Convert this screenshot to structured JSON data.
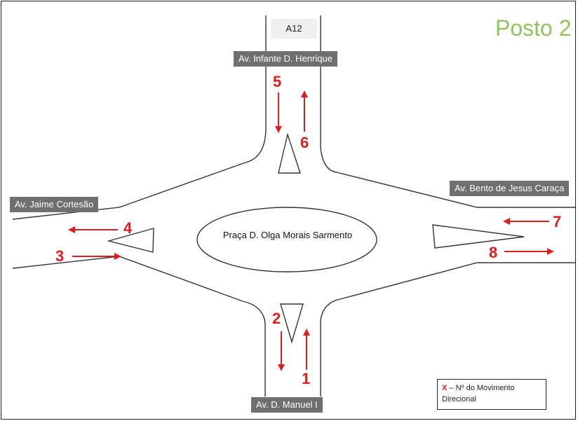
{
  "title": "Posto 2",
  "highway_label": "A12",
  "roundabout_label": "Praça D. Olga Morais Sarmento",
  "roads": {
    "north": "Av. Infante D. Henrique",
    "east": "Av. Bento de Jesus Caraça",
    "west": "Av. Jaime Cortesão",
    "south": "Av. D. Manuel I"
  },
  "movements": [
    "1",
    "2",
    "3",
    "4",
    "5",
    "6",
    "7",
    "8"
  ],
  "legend": {
    "symbol": "X",
    "text": " – Nº do Movimento Direcional"
  },
  "colors": {
    "title": "#92c25a",
    "arrows": "#e01c1c",
    "label_bg": "#6f6f6f"
  }
}
